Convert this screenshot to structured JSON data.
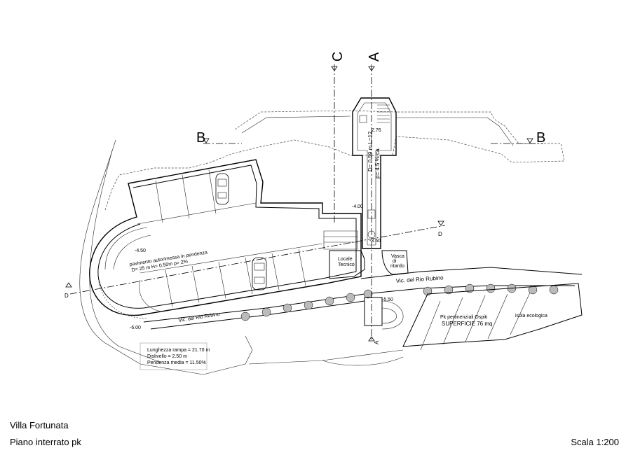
{
  "caption": {
    "project_name": "Villa Fortunata",
    "floor_name": "Piano interrato pk",
    "scale": "Scala 1:200"
  },
  "sections": {
    "a": "A",
    "b": "B",
    "c": "C",
    "d": "D"
  },
  "plan_labels": {
    "road_upper": "Vic. del Rio Rubino",
    "road_lower": "Vic. del Rio Rubino",
    "locale_tecnico_1": "Locale",
    "locale_tecnico_2": "Tecnico",
    "vasca_1": "Vasca",
    "vasca_2": "di",
    "vasca_3": "ritardo",
    "parking_guests": "Pk pertinenziali Ospiti",
    "superficie": "SUPERFICIE 76 mq",
    "isola_ecologica": "isola ecologica",
    "ramp_length": "Lunghezza rampa = 21.70 m",
    "ramp_drop": "Dislivello = 2.50 m",
    "ramp_slope": "Pendenza media = 11.50%",
    "corridor_1": "D= 0.59 m  L=12",
    "corridor_2": "p= 4.5 % ca.",
    "pavimento_1": "pavimento autorimessa in pendenza",
    "pavimento_2": "D= 25 m    H= 0.50m    p= 2%",
    "level_top": "2.76",
    "level_1": "-4.00",
    "level_2": "-4.50",
    "level_3": "-5.50",
    "level_4": "-3.50",
    "level_5": "-6.00"
  }
}
